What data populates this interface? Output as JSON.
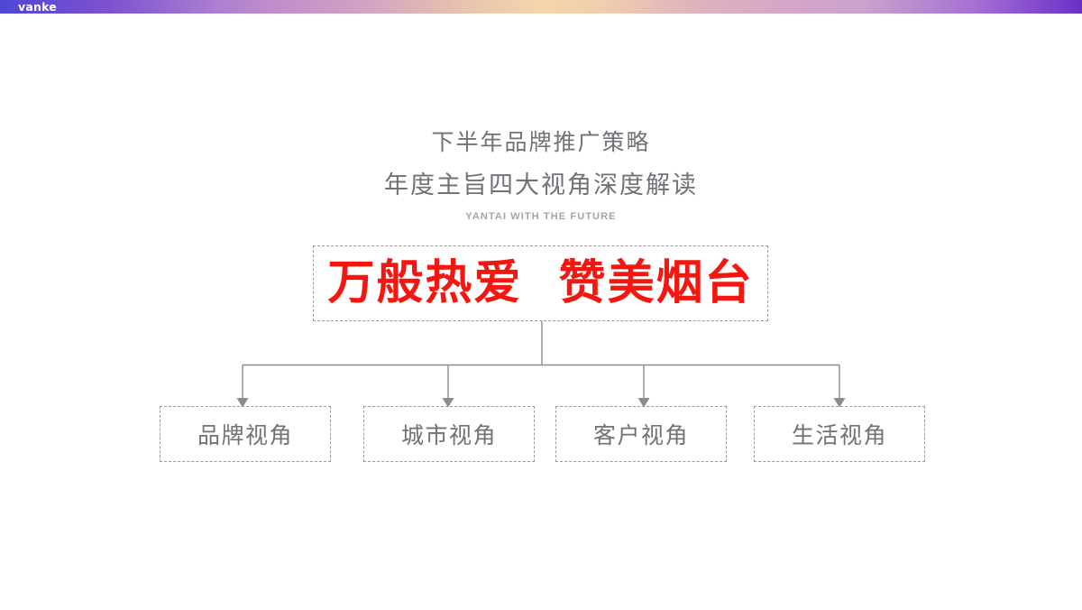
{
  "brand": {
    "logo_text": "vanke"
  },
  "top_bar": {
    "gradient_stops": [
      "#4f46d6",
      "#c08ccc",
      "#f5d5ab",
      "#d6a6c6",
      "#6b2fc9"
    ]
  },
  "heading": {
    "line_1": "下半年品牌推广策略",
    "line_2": "年度主旨四大视角深度解读",
    "subtitle_en": "YANTAI WITH THE FUTURE",
    "color": "#6f7377"
  },
  "main_box": {
    "slogan": "万般热爱  赞美烟台",
    "text_color": "#f5170f",
    "border_style": "dashed",
    "border_color": "#9a9a9a"
  },
  "perspectives": [
    {
      "label": "品牌视角"
    },
    {
      "label": "城市视角"
    },
    {
      "label": "客户视角"
    },
    {
      "label": "生活视角"
    }
  ],
  "connector": {
    "line_color": "#8c8c8c",
    "arrow_count": 4
  }
}
